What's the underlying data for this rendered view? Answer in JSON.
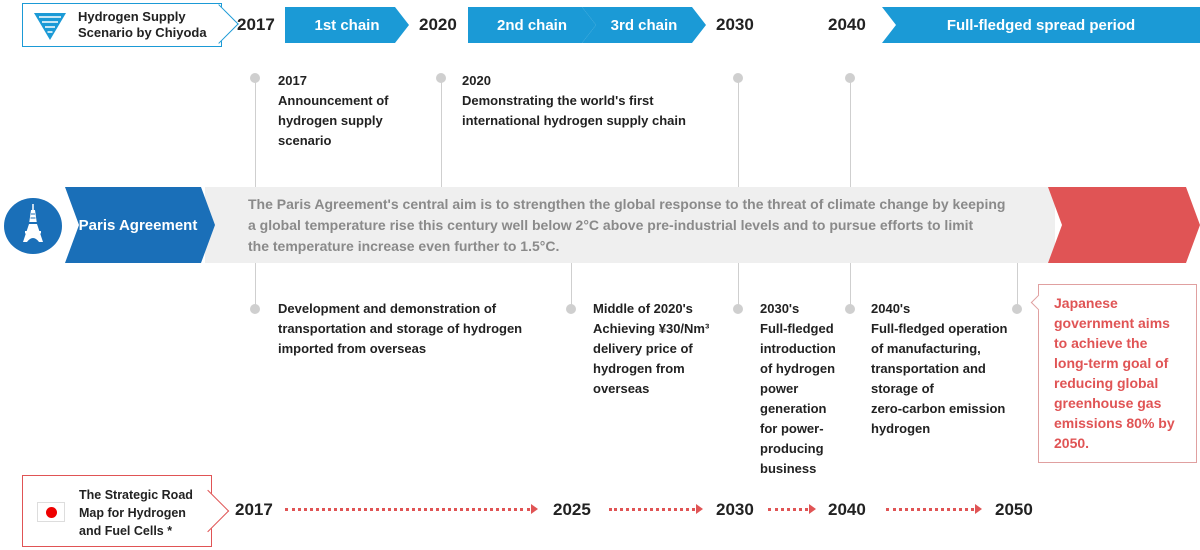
{
  "chiyoda": {
    "title_line1": "Hydrogen Supply",
    "title_line2": "Scenario by Chiyoda",
    "logo_icon": "chiyoda-logo-icon"
  },
  "top_timeline": {
    "years": [
      "2017",
      "2020",
      "2030",
      "2040"
    ],
    "chains": [
      "1st chain",
      "2nd chain",
      "3rd chain"
    ],
    "spread": "Full-fledged spread period"
  },
  "upper_notes": [
    {
      "year": "2017",
      "lines": [
        "Announcement of",
        "hydrogen supply",
        "scenario"
      ]
    },
    {
      "year": "2020",
      "lines": [
        "Demonstrating the world's first",
        "international hydrogen supply chain"
      ]
    }
  ],
  "paris": {
    "label": "Paris Agreement",
    "icon": "eiffel-tower-icon",
    "text_lines": [
      "The Paris Agreement's central aim is to strengthen the global response to the threat of climate change by keeping",
      "a global temperature rise this century well below 2°C above pre-industrial levels and to pursue efforts to limit",
      "the temperature increase even further to 1.5°C."
    ]
  },
  "lower_notes": [
    {
      "lines": [
        "Development and demonstration of",
        "transportation and storage of hydrogen",
        "imported from overseas"
      ]
    },
    {
      "lines": [
        "Middle of 2020's",
        "Achieving ¥30/Nm³",
        "delivery price of",
        "hydrogen from",
        "overseas"
      ]
    },
    {
      "lines": [
        "2030's",
        "Full-fledged",
        "introduction",
        "of hydrogen",
        "power",
        "generation",
        "for power-",
        "producing",
        "business"
      ]
    },
    {
      "lines": [
        "2040's",
        "Full-fledged operation",
        "of manufacturing,",
        "transportation and",
        "storage of",
        "zero-carbon emission",
        "hydrogen"
      ]
    }
  ],
  "japan_note": {
    "lines": [
      "Japanese",
      "government aims",
      "to achieve the",
      "long-term goal of",
      "reducing global",
      "greenhouse gas",
      "emissions 80% by",
      "2050."
    ]
  },
  "roadmap": {
    "title_lines": [
      "The Strategic Road",
      "Map for Hydrogen",
      "and Fuel Cells *"
    ],
    "flag_icon": "japan-flag-icon",
    "years": [
      "2017",
      "2025",
      "2030",
      "2040",
      "2050"
    ]
  },
  "colors": {
    "blue": "#1b9ad6",
    "dark_blue": "#1a6fb8",
    "red": "#e05455",
    "grey_text": "#8a8a8a"
  }
}
